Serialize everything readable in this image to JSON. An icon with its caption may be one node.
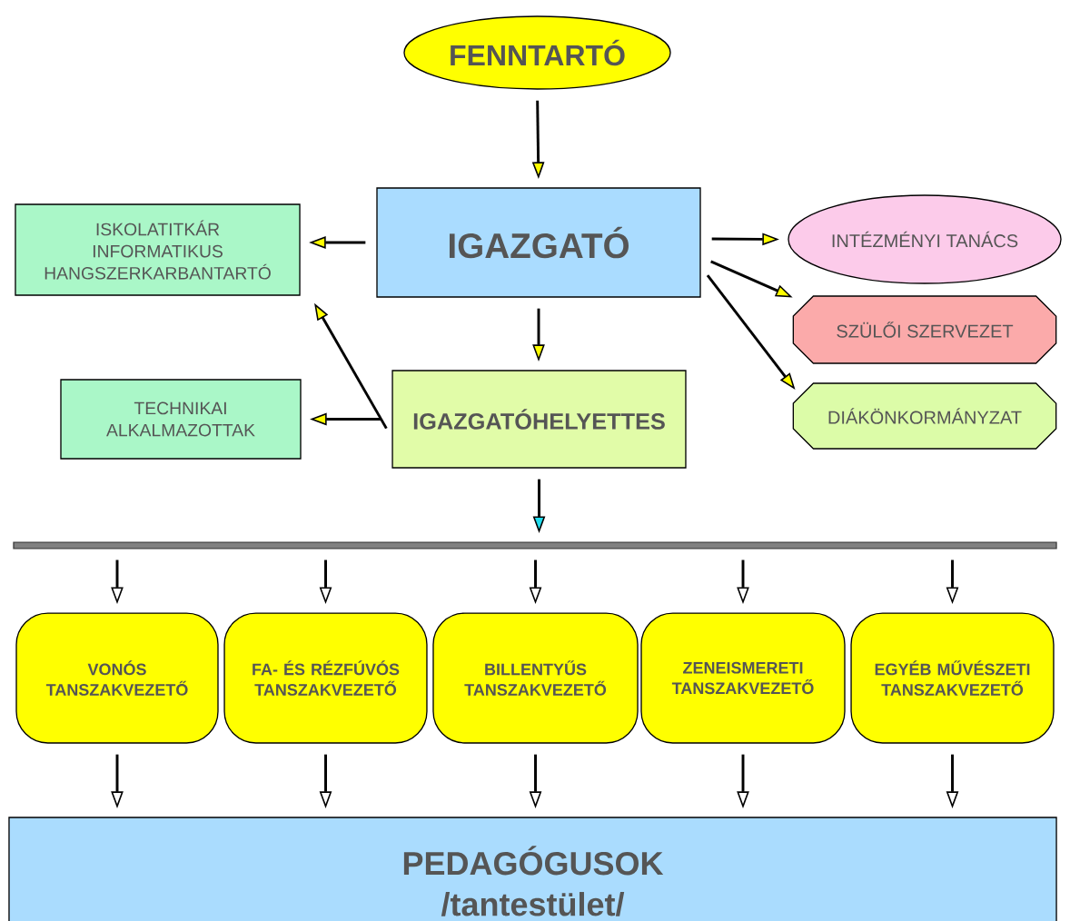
{
  "diagram": {
    "nodes": [
      {
        "text": [
          "FENNTARTÓ"
        ]
      },
      {
        "text": [
          "ISKOLATITKÁR INFORMATIKUS HANGSZERKARBANTARTÓ"
        ]
      },
      {
        "text": [
          "IGAZGATÓ"
        ]
      },
      {
        "text": [
          "INTÉZMÉNYI TANÁCS"
        ]
      },
      {
        "text": [
          "SZÜLŐI SZERVEZET"
        ]
      },
      {
        "text": [
          "TECHNIKAI ALKALMAZOTTAK"
        ]
      },
      {
        "text": [
          "IGAZGATÓHELYETTES"
        ]
      },
      {
        "text": [
          "DIÁKÖNKORMÁNYZAT"
        ]
      },
      {
        "text": [],
        "shape": "bar"
      },
      {
        "text": [
          "VONÓS TANSZAKVEZETŐ"
        ]
      },
      {
        "text": [
          "FA- ÉS RÉZFÚVÓS TANSZAKVEZETŐ"
        ]
      },
      {
        "text": [
          "BILLENTYŰS TANSZAKVEZETŐ"
        ]
      },
      {
        "text": [
          "ZENEISMERETI TANSZAKVEZETŐ"
        ]
      },
      {
        "text": [
          "EGYÉB MŰVÉSZETI TANSZAKVEZETŐ"
        ]
      },
      {
        "text": [
          "PEDAGÓGUSOK",
          "/tantestület/"
        ]
      }
    ],
    "edges": [
      {
        "from": 0,
        "to": 2,
        "arrow": "to"
      },
      {
        "from": 2,
        "to": 1,
        "arrow": "to"
      },
      {
        "from": 2,
        "to": 3,
        "arrow": "to"
      },
      {
        "from": 2,
        "to": 4,
        "arrow": "to"
      },
      {
        "from": 2,
        "to": 7,
        "arrow": "to"
      },
      {
        "from": 2,
        "to": 6,
        "arrow": "to"
      },
      {
        "from": 6,
        "to": 1,
        "arrow": "to"
      },
      {
        "from": 6,
        "to": 5,
        "arrow": "to"
      },
      {
        "from": 6,
        "to": 8,
        "arrow": "to"
      },
      {
        "from": 8,
        "to": 9,
        "arrow": "to"
      },
      {
        "from": 8,
        "to": 10,
        "arrow": "to"
      },
      {
        "from": 8,
        "to": 11,
        "arrow": "to"
      },
      {
        "from": 8,
        "to": 12,
        "arrow": "to"
      },
      {
        "from": 8,
        "to": 13,
        "arrow": "to"
      },
      {
        "from": 9,
        "to": 14,
        "arrow": "to"
      },
      {
        "from": 10,
        "to": 14,
        "arrow": "to"
      },
      {
        "from": 11,
        "to": 14,
        "arrow": "to"
      },
      {
        "from": 12,
        "to": 14,
        "arrow": "to"
      },
      {
        "from": 13,
        "to": 14,
        "arrow": "to"
      }
    ]
  }
}
